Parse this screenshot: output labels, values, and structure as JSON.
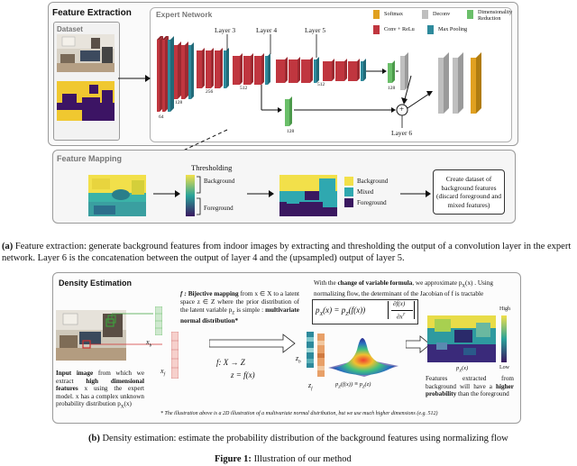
{
  "feature_extraction": {
    "title": "Feature Extraction",
    "dataset_label": "Dataset",
    "expert_label": "Expert Network",
    "layers": [
      "Layer 3",
      "Layer 4",
      "Layer 5",
      "Layer 6"
    ],
    "sizes": [
      "64",
      "128",
      "256",
      "512",
      "512",
      "128",
      "128"
    ],
    "legend": {
      "softmax": "Softmax",
      "deconv": "Deconv",
      "dimred": "Dimensionality Reduction",
      "convrelu": "Conv + ReLu",
      "maxpool": "Max Pooling"
    },
    "plus_symbol": "+"
  },
  "feature_mapping": {
    "title": "Feature Mapping",
    "thresholding": "Thresholding",
    "background": "Background",
    "foreground": "Foreground",
    "legend_bg": "Background",
    "legend_mixed": "Mixed",
    "legend_fg": "Foreground",
    "box_text": "Create dataset of background features (discard foreground and mixed features)"
  },
  "caption_a": {
    "prefix": "(a)",
    "text": " Feature extraction: generate background features from indoor images by extracting and thresholding the output of a convolution layer in the expert network. Layer 6 is the concatenation between the output of layer 4 and the (upsampled) output of layer 5."
  },
  "density": {
    "title": "Density Estimation",
    "xb": "x",
    "xb_sub": "b",
    "xf": "x",
    "xf_sub": "f",
    "zb": "z",
    "zb_sub": "b",
    "zf": "z",
    "zf_sub": "f",
    "input_text_1": "Input image",
    "input_text_2": " from which we extract ",
    "input_text_3": "high dimensional features",
    "input_text_4": " x using the expert model. x has a complex unknown probability distribution p",
    "input_text_sub": "X",
    "input_text_5": "(x)",
    "f_label": "f :",
    "f_text_bold": "Bijective mapping",
    "f_text_1": " from x ∈ X to a latent space z ∈ Z where the prior distribution of the latent variable p",
    "f_text_sub": "Z",
    "f_text_2": " is simple : ",
    "f_text_bold2": "multivariate normal distribution*",
    "map1": "f:   X → Z",
    "map2": "z = f(x)",
    "cov_text_1": "With the ",
    "cov_text_bold": "change of variable formula",
    "cov_text_2": ", we approximate p",
    "cov_text_sub": "X",
    "cov_text_3": "(x) . Using normalizing flow, the determinant of the Jacobian of f is tractable",
    "formula_lhs": "p",
    "formula_lhs_sub": "X",
    "formula_lhs_arg": "(x) = p",
    "formula_rhs_sub": "Z",
    "formula_rhs_arg": "(f(x))",
    "formula_num": "∂f(x)",
    "formula_den": "∂x",
    "formula_den_sup": "T",
    "gauss_label": "p",
    "gauss_sub": "Z",
    "gauss_label_2": "(f(x)) ≡ p",
    "gauss_sub2": "Z",
    "gauss_label_3": "(z)",
    "high": "High",
    "low": "Low",
    "px_label": "p",
    "px_sub": "X",
    "px_label_2": "(x)",
    "right_text_1": "Features extracted from background will have a ",
    "right_text_bold": "higher probability",
    "right_text_2": " than the foreground",
    "footnote": "* The illustration above is a 2D illustration of a multivariate normal distribution, but we use much higher dimensions (e.g. 512)"
  },
  "caption_b": {
    "prefix": "(b)",
    "text": " Density estimation: estimate the probability distribution of the background features using normalizing flow"
  },
  "figure_caption": {
    "prefix": "Figure 1:",
    "text": " Illustration of our method"
  },
  "colors": {
    "conv": "#c0363f",
    "pool": "#2e8a9c",
    "softmax": "#e0a020",
    "deconv": "#bfbfbf",
    "dimred": "#6bbf6a"
  }
}
